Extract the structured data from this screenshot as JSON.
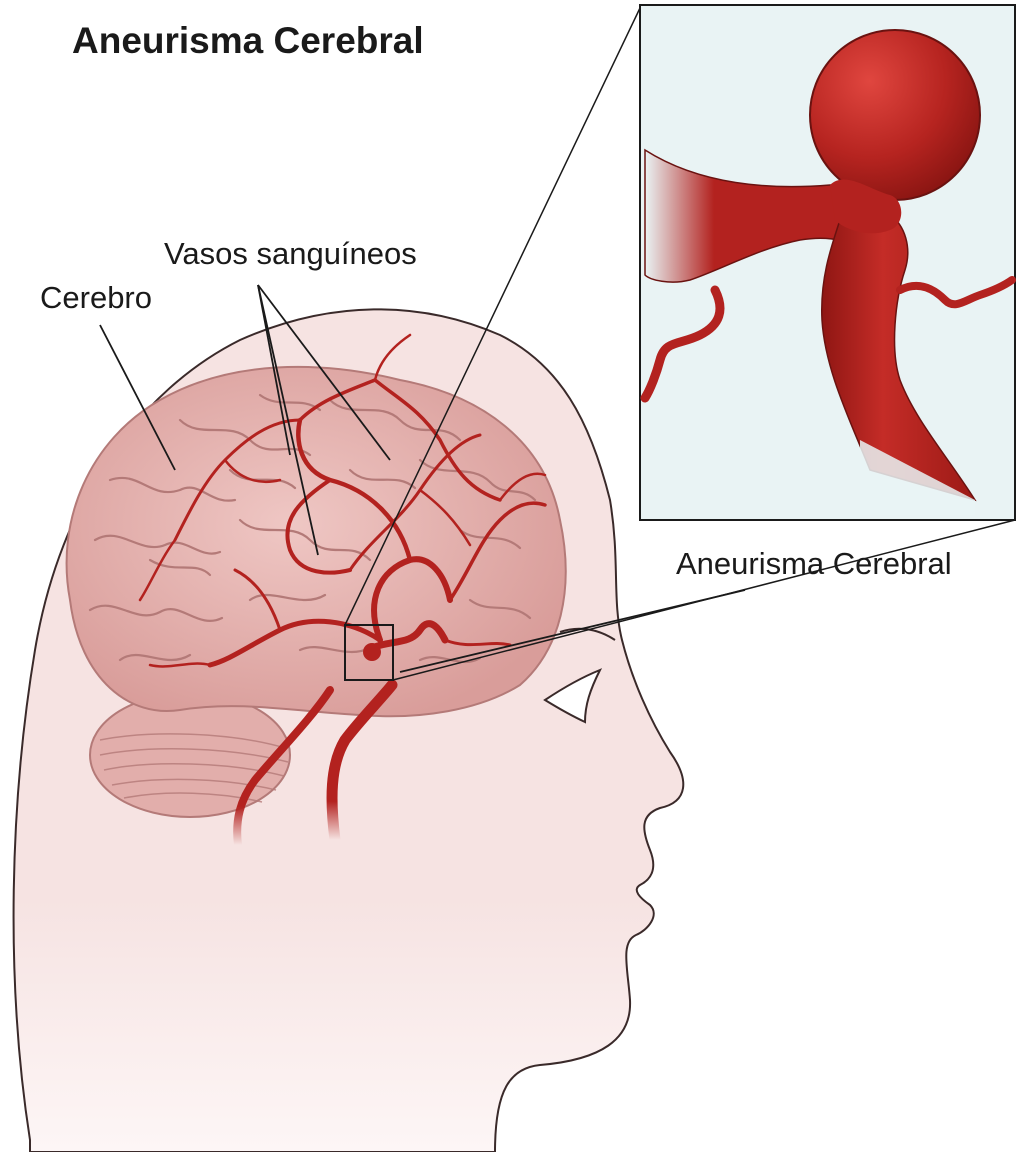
{
  "title": "Aneurisma Cerebral",
  "labels": {
    "blood_vessels": "Vasos sanguíneos",
    "brain": "Cerebro",
    "aneurysm": "Aneurisma Cerebral"
  },
  "colors": {
    "skin": "#f6e3e2",
    "skin_outline": "#3a2a2a",
    "brain": "#e8b7b4",
    "brain_folds": "#b47a78",
    "artery": "#b3221f",
    "artery_dark": "#7a1210",
    "inset_bg": "#e9f3f4",
    "text": "#1a1a1a"
  }
}
